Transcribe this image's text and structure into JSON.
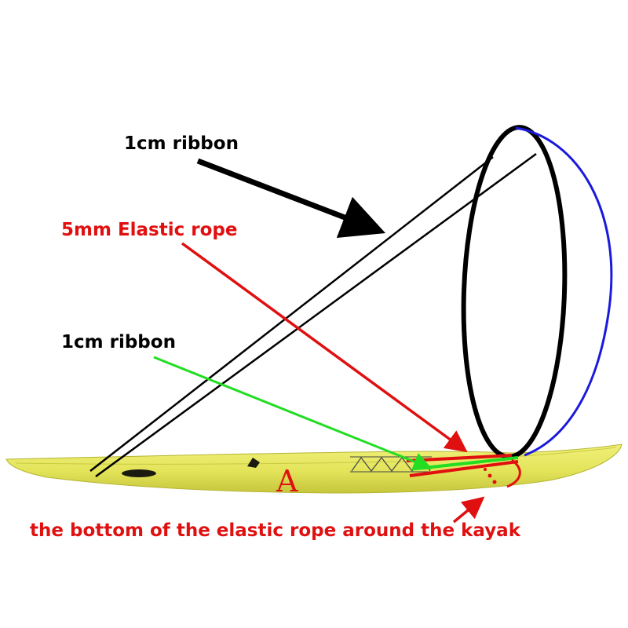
{
  "labels": {
    "ribbon_top": "1cm ribbon",
    "elastic_rope": "5mm Elastic rope",
    "ribbon_mid": "1cm ribbon",
    "kayak_letter": "A",
    "bottom_note": "the bottom of the elastic rope around the kayak"
  },
  "colors": {
    "ribbon": "#000000",
    "elastic_rope": "#e01010",
    "ribbon_mid_arrow": "#22dd22",
    "loop_back": "#1a1adc",
    "kayak_fill": "#e3e45a",
    "kayak_shadow": "#c9c93c",
    "note_text": "#e01010"
  }
}
